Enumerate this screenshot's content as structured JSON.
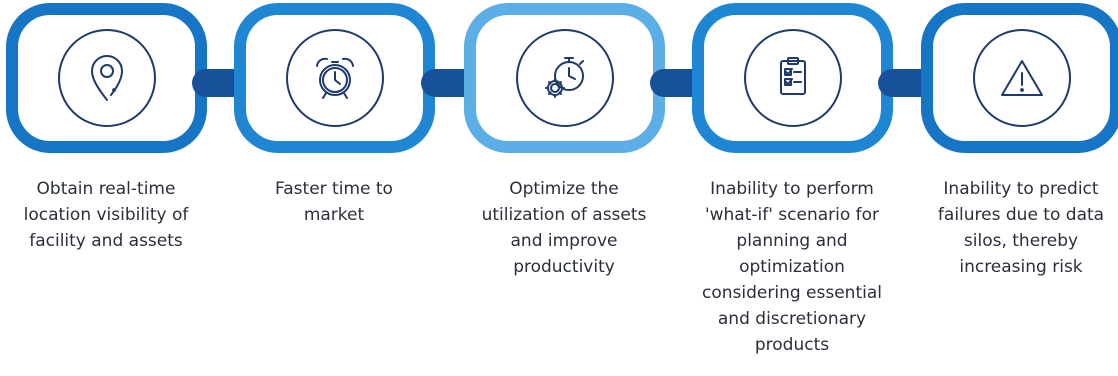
{
  "steps": [
    {
      "icon": "location-pin-icon",
      "text": "Obtain real-time\nlocation visibility of\nfacility and assets"
    },
    {
      "icon": "alarm-clock-icon",
      "text": "Faster time to\nmarket"
    },
    {
      "icon": "stopwatch-gear-icon",
      "text": "Optimize the\nutilization of assets\nand improve\nproductivity"
    },
    {
      "icon": "clipboard-checklist-icon",
      "text": "Inability to perform\n'what-if' scenario for\nplanning and\noptimization\nconsidering essential\nand discretionary\nproducts"
    },
    {
      "icon": "warning-triangle-icon",
      "text": "Inability to predict\nfailures due to data\nsilos, thereby\nincreasing risk"
    }
  ],
  "colors": {
    "frame_dark": "#1675c4",
    "frame_mid": "#1e86d2",
    "frame_light": "#5caee6",
    "connector": "#16519a",
    "icon_stroke": "#1d3a6b",
    "text": "#2b2f3a"
  }
}
